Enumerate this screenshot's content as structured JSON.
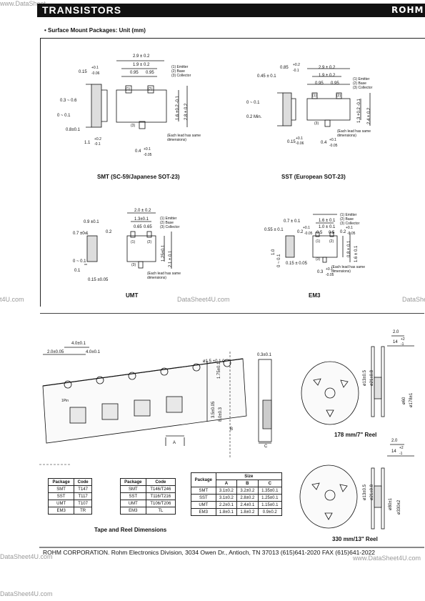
{
  "watermarks": {
    "top_left": "www.DataSheet",
    "left": "t4U.com",
    "middle": "DataSheet4U.com",
    "right": "DataShe",
    "footer_left": "DataSheet4U.com",
    "bottom": "DataSheet4U.com",
    "footer_right": "www.DataSheet4U.com"
  },
  "header": {
    "title": "TRANSISTORS",
    "logo": "ROHM"
  },
  "subtitle": "•  Surface Mount Packages:  Unit (mm)",
  "packages": {
    "smt": {
      "caption": "SMT (SC-59/Japanese SOT-23)",
      "dims": [
        "2.9 ± 0.2",
        "1.9 ± 0.2",
        "0.95",
        "0.95",
        "0.15",
        "+0.1",
        "-0.06",
        "0.3 ~ 0.6",
        "0 ~ 0.1",
        "0.8±0.1",
        "1.1",
        "+0.2",
        "-0.1",
        "1.6 +0.2 -0.1",
        "2.8 ± 0.2",
        "0.4",
        "+0.1",
        "-0.05",
        "(1)",
        "(2)",
        "(3)"
      ],
      "legend": [
        "(1) Emitter",
        "(2) Base",
        "(3) Collector"
      ],
      "note": "(Each lead has same dimensions)"
    },
    "sst": {
      "caption": "SST (European SOT-23)",
      "dims": [
        "2.9 ± 0.2",
        "1.9 ± 0.2",
        "0.95",
        "0.95",
        "0.85",
        "+0.2",
        "-0.1",
        "0.45 ± 0.1",
        "0 ~ 0.1",
        "0.2 Min.",
        "0.15",
        "+0.1",
        "-0.06",
        "1.3 +0.2 -0.1",
        "2.4 ± 0.2",
        "0.4",
        "+0.1",
        "-0.05",
        "(1)",
        "(2)",
        "(3)"
      ],
      "legend": [
        "(1) Emitter",
        "(2) Base",
        "(3) Collector"
      ],
      "note": "(Each lead has same dimensions)"
    },
    "umt": {
      "caption": "UMT",
      "dims": [
        "2.0 ± 0.2",
        "1.3±0.1",
        "0.65",
        "0.65",
        "0.9 ±0.1",
        "0.7 ±0.1",
        "0.2",
        "0 ~ 0.1",
        "0.1",
        "0.15 ±0.05",
        "1.25±0.1",
        "2.1 ± 0.1",
        "(1)",
        "(2)",
        "(3)"
      ],
      "legend": [
        "(1) Emitter",
        "(2) Base",
        "(3) Collector"
      ],
      "note": "(Each lead has same dimensions)"
    },
    "em3": {
      "caption": "EM3",
      "dims": [
        "1.6 ± 0.1",
        "1.0 ± 0.1",
        "0.5",
        "0.5",
        "0.7 ± 0.1",
        "0.55 ± 0.1",
        "+0.1",
        "0.2",
        "-0.05",
        "+0.1",
        "0.2",
        "-0.05",
        "0.15 ± 0.05",
        "0.3",
        "+0.1",
        "-0.05",
        "1.6 ± 0.1",
        "0.8 ± 0.1",
        "0 ~ 0.1",
        "1.0",
        "(1)",
        "(2)",
        "(3)"
      ],
      "legend": [
        "(1) Emitter",
        "(2) Base",
        "(3) Collector"
      ],
      "note": "(Each lead has same dimensions)"
    }
  },
  "tape": {
    "dims": [
      "4.0±0.1",
      "2.0±0.05",
      "4.0±0.1",
      "ø1.5 +0.1 0",
      "1.75±0.1",
      "3.5±0.05",
      "8.0±0.3",
      "0.3±0.1",
      "A",
      "B",
      "C"
    ],
    "pin_label": "1Pin",
    "caption": "Tape and Reel Dimensions"
  },
  "reels": {
    "r178": {
      "caption": "178 mm/7\" Reel",
      "dims": [
        "2.0",
        "14",
        "+2",
        "-1",
        "ø13±0.5",
        "ø21±0.8",
        "ø60",
        "ø178±1"
      ]
    },
    "r330": {
      "caption": "330 mm/13\" Reel",
      "dims": [
        "2.0",
        "14",
        "+2",
        "-1",
        "ø13±0.5",
        "ø21±0.8",
        "ø80±1",
        "ø330±2"
      ]
    }
  },
  "table1": {
    "headers": [
      "Package",
      "Code"
    ],
    "rows": [
      [
        "SMT",
        "T147"
      ],
      [
        "SST",
        "T117"
      ],
      [
        "UMT",
        "T107"
      ],
      [
        "EM3",
        "TR"
      ]
    ]
  },
  "table2": {
    "headers": [
      "Package",
      "Code"
    ],
    "rows": [
      [
        "SMT",
        "T146/T246"
      ],
      [
        "SST",
        "T116/T216"
      ],
      [
        "UMT",
        "T106/T206"
      ],
      [
        "EM3",
        "TL"
      ]
    ]
  },
  "table3": {
    "header_package": "Package",
    "header_size": "Size",
    "cols": [
      "A",
      "B",
      "C"
    ],
    "rows": [
      [
        "SMT",
        "3.1±0.2",
        "3.2±0.2",
        "1.35±0.1"
      ],
      [
        "SST",
        "3.1±0.2",
        "2.8±0.2",
        "1.25±0.1"
      ],
      [
        "UMT",
        "2.2±0.1",
        "2.4±0.1",
        "1.15±0.1"
      ],
      [
        "EM3",
        "1.8±0.1",
        "1.8±0.2",
        "0.9±0.2"
      ]
    ]
  },
  "footer": {
    "text": "ROHM CORPORATION. Rohm Electronics Division, 3034 Owen Dr., Antioch, TN 37013 (615)641-2020 FAX (615)641-2022"
  }
}
